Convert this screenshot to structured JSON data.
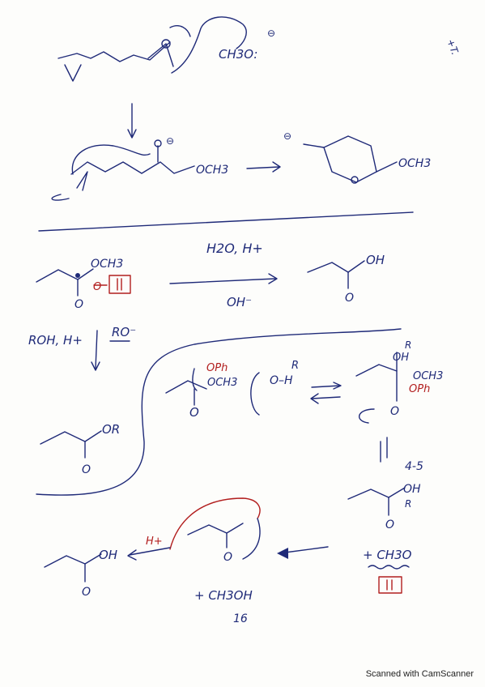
{
  "diagram": {
    "labels": {
      "methoxide_top": "CH3O:",
      "charge": "⊖",
      "och3": "OCH3",
      "och3_product": "OCH3",
      "h2o_hplus": "H2O, H+",
      "oh_minus": "OH⁻",
      "acid_oh": "OH",
      "ester_och3": "OCH3",
      "roh_hplus": "ROH, H+",
      "ro_minus": "RO⁻",
      "ester_or": "OR",
      "oph": "OPh",
      "och3_mid": "OCH3",
      "ro_h": "R",
      "oh_h": "O–H",
      "step_45": "4-5",
      "product_oh": "OH",
      "product_r": "R",
      "plus_ch3o": "+ CH3O",
      "h_plus": "H+",
      "final_oh": "OH",
      "methanol": "+ CH3OH",
      "note_16": "16",
      "corner_mark": "+T.",
      "tet_r": "R",
      "tet_oh": "OH",
      "tet_och3": "OCH3",
      "tet_oph": "OPh"
    }
  },
  "footer": {
    "text": "Scanned with CamScanner"
  }
}
